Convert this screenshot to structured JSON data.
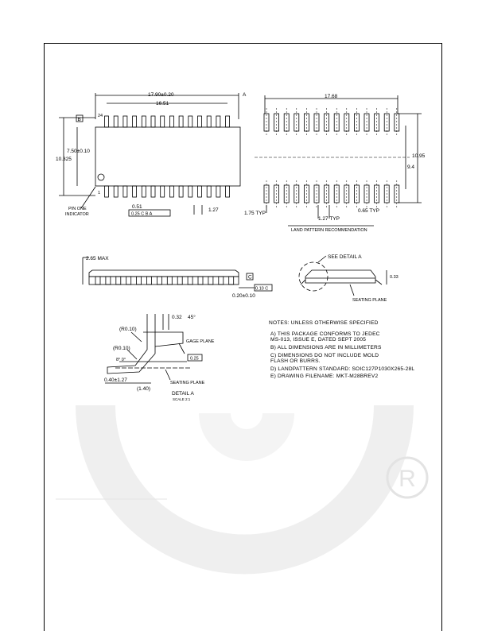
{
  "top_view": {
    "dim_total_length": "17.90±0.20",
    "datum_a": "A",
    "dim_pin_span": "16.51",
    "datum_b": "B",
    "pin_24": "24",
    "pin_1": "1",
    "dim_body_width": "7.50±0.10",
    "dim_total_width": "10.325",
    "pin_one_label": "PIN ONE",
    "indicator_label": "INDICATOR",
    "dim_pin_width": "0.51",
    "dim_pitch": "1.27",
    "tolerance_frame": "0.25  C  B  A"
  },
  "land_pattern": {
    "dim_length": "17.68",
    "dim_width": "10.95",
    "dim_inner": "9.4",
    "dim_pad_length": "1.75 TYP",
    "dim_pitch": "1.27 TYP",
    "dim_pad_width": "0.65 TYP",
    "caption": "LAND PATTERN RECOMMENDATION"
  },
  "side_view": {
    "dim_height": "2.65 MAX",
    "datum_c": "C",
    "coplanarity": "0.10  C",
    "dim_standoff": "0.20±0.10"
  },
  "end_view": {
    "see_detail": "SEE DETAIL A",
    "dim_lead": "0.33",
    "seating_plane": "SEATING PLANE"
  },
  "detail_a": {
    "dim_lead_thk": "0.32",
    "angle": "45°",
    "radius_1": "(R0.10)",
    "radius_2": "(R0.10)",
    "gage_plane_label": "GAGE PLANE",
    "gage_dim": "0.25",
    "angle_range": "8° 0°",
    "foot_length": "0.40±1.27",
    "foot_ref": "(1.40)",
    "seating_plane": "SEATING PLANE",
    "title": "DETAIL A",
    "scale": "SCALE 2:1"
  },
  "notes": {
    "heading": "NOTES: UNLESS OTHERWISE SPECIFIED",
    "items": [
      "A)  THIS PACKAGE CONFORMS TO JEDEC",
      "      MS-013, ISSUE E, DATED SEPT 2005",
      "B)  ALL DIMENSIONS ARE IN MILLIMETERS",
      "C)  DIMENSIONS DO NOT INCLUDE MOLD",
      "      FLASH OR BURRS.",
      "D)  LANDPATTERN STANDARD: SOIC127P1030X265-28L",
      "E)  DRAWING FILENAME: MKT-M28BREV2"
    ]
  },
  "watermark": {
    "registered": "R"
  },
  "colors": {
    "line": "#000000",
    "watermark": "#ececec"
  }
}
